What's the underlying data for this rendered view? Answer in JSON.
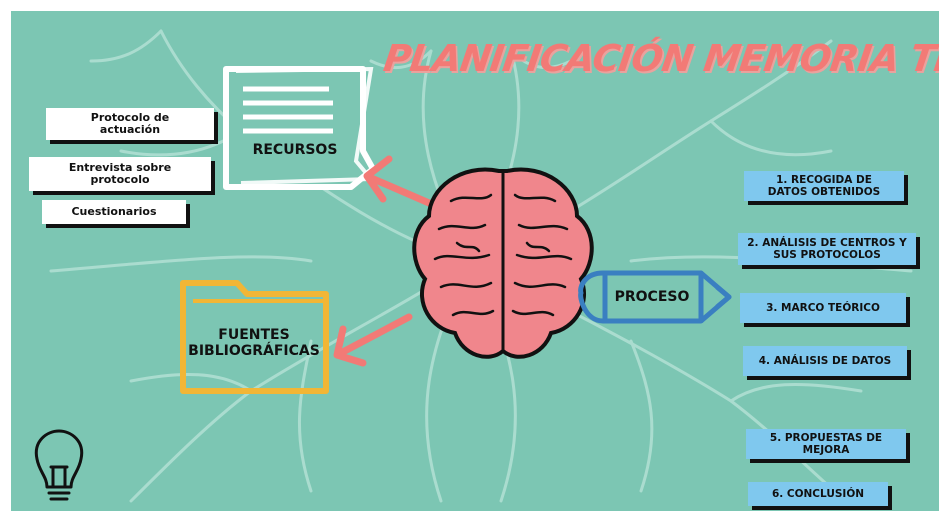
{
  "title": "PLANIFICACIÓN MEMORIA TFG",
  "nodes": {
    "recursos": "RECURSOS",
    "fuentes_line1": "FUENTES",
    "fuentes_line2": "BIBLIOGRÁFICAS",
    "proceso": "PROCESO"
  },
  "resources": [
    {
      "line1": "Protocolo de",
      "line2": "actuación"
    },
    {
      "line1": "Entrevista sobre",
      "line2": "protocolo"
    },
    {
      "line1": "Cuestionarios",
      "line2": ""
    }
  ],
  "steps": [
    {
      "line1": "1. RECOGIDA DE",
      "line2": "DATOS OBTENIDOS"
    },
    {
      "line1": "2. ANÁLISIS DE CENTROS Y",
      "line2": "SUS PROTOCOLOS"
    },
    {
      "line1": "3. MARCO TEÓRICO",
      "line2": ""
    },
    {
      "line1": "4. ANÁLISIS DE DATOS",
      "line2": ""
    },
    {
      "line1": "5. PROPUESTAS DE",
      "line2": "MEJORA"
    },
    {
      "line1": "6. CONCLUSIÓN",
      "line2": ""
    }
  ],
  "colors": {
    "background": "#7cc6b3",
    "accent_pink": "#f27a76",
    "folder_yellow": "#f2b636",
    "pencil_blue": "#3a7fc1",
    "step_blue": "#7fc8ee",
    "brain_pink": "#f0868c"
  },
  "icons": [
    "document-icon",
    "folder-icon",
    "pencil-icon",
    "brain-icon",
    "lightbulb-icon",
    "arrow-icon"
  ]
}
